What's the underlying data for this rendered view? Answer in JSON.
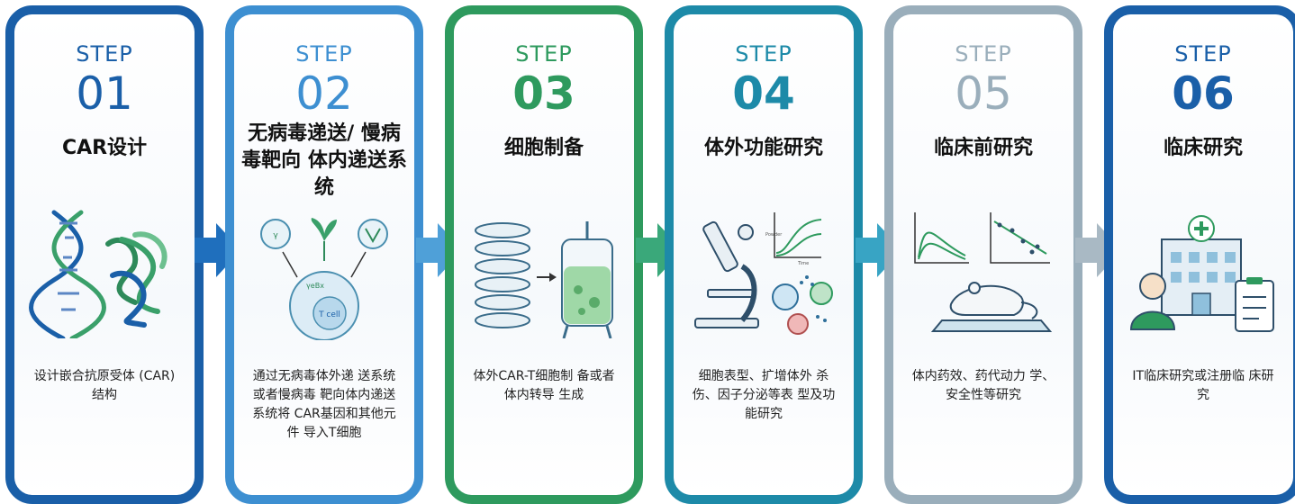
{
  "steps": [
    {
      "step_label": "STEP",
      "number": "01",
      "title": "CAR设计",
      "desc": "设计嵌合抗原受体 (CAR)结构",
      "color": "#1a5fa8",
      "icon": "dna-protein-icon"
    },
    {
      "step_label": "STEP",
      "number": "02",
      "title": "无病毒递送/ 慢病毒靶向 体内递送系统",
      "desc": "通过无病毒体外递 送系统或者慢病毒 靶向体内递送系统将 CAR基因和其他元件 导入T细胞",
      "color": "#3d8fd1",
      "icon": "virus-cell-delivery-icon",
      "icon_labels": {
        "vector": "γeBx",
        "cell": "T cell"
      }
    },
    {
      "step_label": "STEP",
      "number": "03",
      "title": "细胞制备",
      "desc": "体外CAR-T细胞制 备或者体内转导 生成",
      "color": "#2e9a5e",
      "icon": "culture-bioreactor-icon"
    },
    {
      "step_label": "STEP",
      "number": "04",
      "title": "体外功能研究",
      "desc": "细胞表型、扩增体外 杀伤、因子分泌等表 型及功能研究",
      "color": "#1d8aa8",
      "icon": "microscope-cells-icon",
      "icon_labels": {
        "y": "Powder",
        "x": "Time"
      }
    },
    {
      "step_label": "STEP",
      "number": "05",
      "title": "临床前研究",
      "desc": "体内药效、药代动力 学、安全性等研究",
      "color": "#9aaebb",
      "icon": "mouse-chart-icon"
    },
    {
      "step_label": "STEP",
      "number": "06",
      "title": "临床研究",
      "desc": "IT临床研究或注册临 床研究",
      "color": "#1a5fa8",
      "icon": "hospital-patient-icon"
    }
  ]
}
